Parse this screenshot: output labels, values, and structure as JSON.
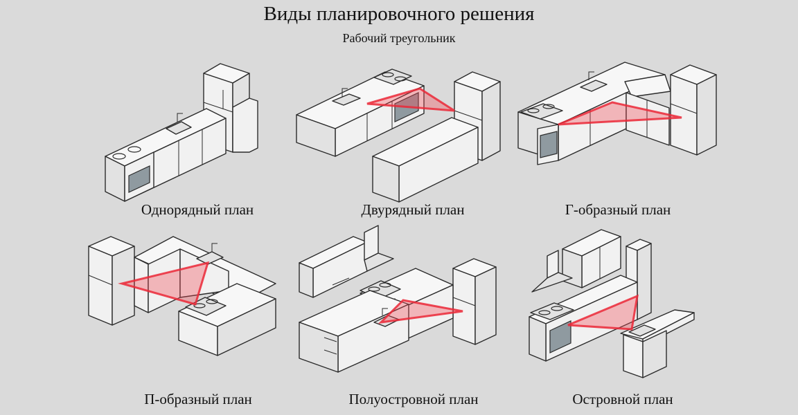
{
  "header": {
    "title": "Виды планировочного решения",
    "subtitle": "Рабочий треугольник"
  },
  "layouts": [
    {
      "label": "Однорядный план"
    },
    {
      "label": "Двурядный план"
    },
    {
      "label": "Г-образный план"
    },
    {
      "label": "П-образный план"
    },
    {
      "label": "Полуостровной план"
    },
    {
      "label": "Островной план"
    }
  ],
  "colors": {
    "background": "#dadada",
    "work_triangle": "#f04650"
  }
}
